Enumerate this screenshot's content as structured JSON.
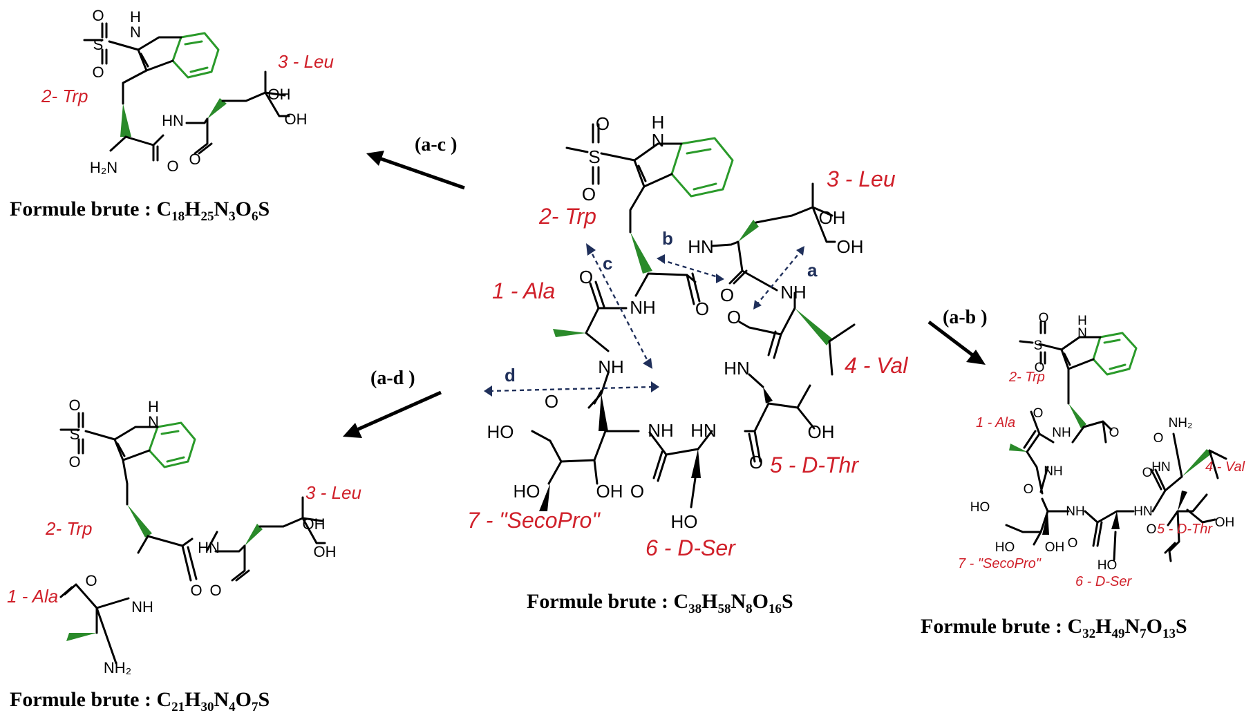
{
  "atoms": {
    "nh_ring": "H",
    "n_ring": "N",
    "s": "S",
    "o": "O",
    "hn": "HN",
    "nh": "NH",
    "oh": "OH",
    "ho": "HO",
    "h2n": "H₂N",
    "nh2": "NH₂"
  },
  "residues": {
    "ala": "1 - Ala",
    "trp": "2- Trp",
    "leu": "3 - Leu",
    "val": "4 - Val",
    "thr": "5 - D-Thr",
    "ser": "6 - D-Ser",
    "secopro": "7 - \"SecoPro\""
  },
  "cleavage_sites": [
    "a",
    "b",
    "c",
    "d"
  ],
  "arrows": {
    "ac": "(a-c )",
    "ad": "(a-d )",
    "ab": "(a-b )"
  },
  "formulas": {
    "label": "Formule brute : ",
    "top_left": [
      "C",
      "18",
      "H",
      "25",
      "N",
      "3",
      "O",
      "6",
      "S"
    ],
    "bottom_left": [
      "C",
      "21",
      "H",
      "30",
      "N",
      "4",
      "O",
      "7",
      "S"
    ],
    "center": [
      "C",
      "38",
      "H",
      "58",
      "N",
      "8",
      "O",
      "16",
      "S"
    ],
    "right": [
      "C",
      "32",
      "H",
      "49",
      "N",
      "7",
      "O",
      "13",
      "S"
    ]
  },
  "colors": {
    "residue_label": "#d0202a",
    "green_bond": "#2a9a2a",
    "cleavage": "#1f2f5a"
  }
}
